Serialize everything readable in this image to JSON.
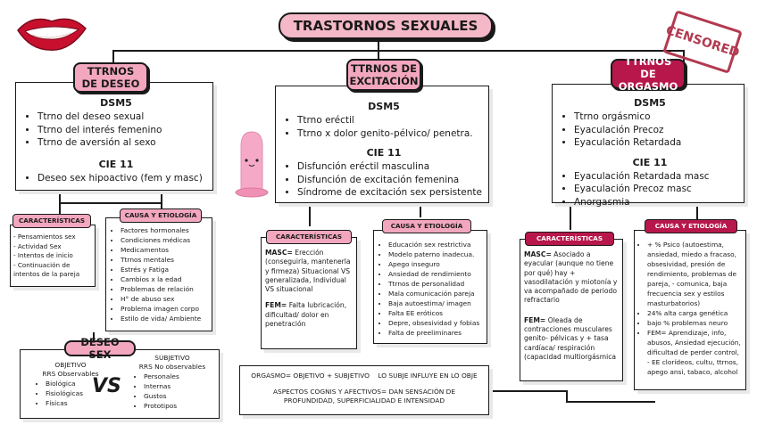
{
  "title": "TRASTORNOS SEXUALES",
  "stamp": "CENSORED",
  "lips_icon": "lips-icon",
  "condom_icon": "condom-icon",
  "deseo": {
    "header": "TTRNOS DE DESEO",
    "dsm_label": "DSM5",
    "dsm_items": [
      "Ttrno del deseo sexual",
      "Ttrno del interés femenino",
      "Ttrno de aversión al sexo"
    ],
    "cie_label": "CIE 11",
    "cie_items": [
      "Deseo sex hipoactivo (fem y masc)"
    ],
    "carac_header": "CARACTERÍSTICAS",
    "carac_items": [
      "Pensamientos sex",
      "Actividad Sex",
      "Intentos de inicio",
      "Continuación de intentos de la pareja"
    ],
    "causa_header": "CAUSA Y ETIOLOGÍA",
    "causa_items": [
      "Factores hormonales",
      "Condiciones médicas",
      "Medicamentos",
      "Ttrnos mentales",
      "Estrés y Fatiga",
      "Cambios x la edad",
      "Problemas de relación",
      "H° de abuso sex",
      "Problema imagen corpo",
      "Estilo de vida/ Ambiente"
    ]
  },
  "deseo_sex": {
    "header": "DESEO SEX",
    "obj_title": "OBJETIVO",
    "obj_sub": "RRS Observables",
    "obj_items": [
      "Biológica",
      "Fisiológicas",
      "Físicas"
    ],
    "vs": "VS",
    "subj_title": "SUBJETIVO",
    "subj_sub": "RRS No observables",
    "subj_items": [
      "Personales",
      "Internas",
      "Gustos",
      "Prototipos"
    ]
  },
  "excitacion": {
    "header": "TTRNOS DE EXCITACIÓN",
    "dsm_label": "DSM5",
    "dsm_items": [
      "Ttrno eréctil",
      "Ttrno x dolor genito-pélvico/ penetra."
    ],
    "cie_label": "CIE 11",
    "cie_items": [
      "Disfunción eréctil masculina",
      "Disfunción de excitación femenina",
      "Síndrome de excitación sex persistente"
    ],
    "carac_header": "CARACTERÍSTICAS",
    "masc_label": "MASC=",
    "masc_text": "Erección (conseguirla, mantenerla y firmeza) Situacional VS generalizada, Individual VS situacional",
    "fem_label": "FEM=",
    "fem_text": "Falta lubricación, dificultad/ dolor en penetración",
    "causa_header": "CAUSA Y ETIOLOGÍA",
    "causa_items": [
      "Educación sex restrictiva",
      "Modelo paterno inadecua.",
      "Apego inseguro",
      "Ansiedad de rendimiento",
      "Ttrnos de personalidad",
      "Mala comunicación pareja",
      "Baja autoestima/ imagen",
      "Falta EE eróticos",
      "Depre, obsesividad y fobias",
      "Falta de preeliminares"
    ]
  },
  "note": {
    "line1": "ORGASMO= OBJETIVO + SUBJETIVO",
    "line1b": "LO SUBJE INFLUYE EN LO OBJE",
    "line2": "ASPECTOS COGNIS Y AFECTIVOS= DAN SENSACIÓN DE PROFUNDIDAD, SUPERFICIALIDAD E INTENSIDAD"
  },
  "orgasmo": {
    "header": "TTRNOS DE ORGASMO",
    "dsm_label": "DSM5",
    "dsm_items": [
      "Ttrno orgásmico",
      "Eyaculación Precoz",
      "Eyaculación Retardada"
    ],
    "cie_label": "CIE 11",
    "cie_items": [
      "Eyaculación Retardada masc",
      "Eyaculación Precoz masc",
      "Anorgasmia"
    ],
    "carac_header": "CARACTERÍSTICAS",
    "masc_label": "MASC=",
    "masc_text": "Asociado a eyacular (aunque no tiene por qué) hay + vasodilatación y miotonía y va acompañado de periodo refractario",
    "fem_label": "FEM=",
    "fem_text": "Oleada de contracciones musculares genito- pélvicas y + tasa cardíaca/ respiración (capacidad multiorgásmica",
    "causa_header": "CAUSA Y ETIOLOGÍA",
    "causa_items": [
      "+ % Psico (autoestima, ansiedad, miedo a fracaso, obsesividad, presión de rendimiento, problemas de pareja, - comunica, baja frecuencia sex y estilos masturbatorios)",
      "24% alta carga genética",
      "bajo % problemas neuro",
      "FEM= Aprendizaje, info, abusos, Ansiedad ejecución, dificultad de perder control, - EE clorídeos, cultu, ttrnos, apego ansi, tabaco, alcohol"
    ]
  }
}
